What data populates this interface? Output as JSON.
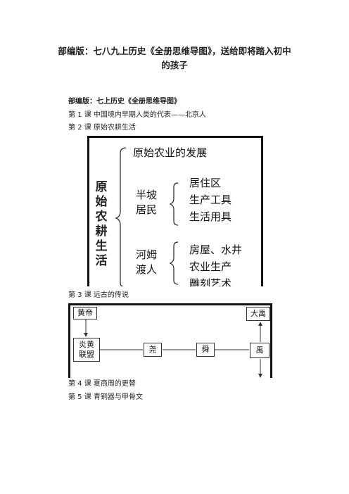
{
  "header": {
    "title_line1": "部编版：七八九上历史《全册思维导图》，送给即将踏入初中",
    "title_line2": "的孩子"
  },
  "body": {
    "section_heading": "部编版：七上历史《全册思维导图》",
    "lessons": [
      "第 1 课 中国境内早期人类的代表——北京人",
      "第 2 课 原始农耕生活",
      "第 3 课 远古的传说",
      "第 4 课 夏商周的更替",
      "第 5 课 青铜器与甲骨文"
    ]
  },
  "figure1": {
    "root": "原始农耕生活",
    "top": "原始农业的发展",
    "groups": [
      {
        "label_line1": "半坡",
        "label_line2": "居民",
        "items": [
          "居住区",
          "生产工具",
          "生活用具"
        ]
      },
      {
        "label_line1": "河姆",
        "label_line2": "渡人",
        "items": [
          "房屋、水井",
          "农业生产",
          "雕刻艺术"
        ]
      }
    ]
  },
  "figure2": {
    "huangdi": "黄帝",
    "yanhuang_line1": "炎黄",
    "yanhuang_line2": "联盟",
    "yao": "尧",
    "shun": "舜",
    "yu": "禹",
    "dayu": "大禹"
  }
}
